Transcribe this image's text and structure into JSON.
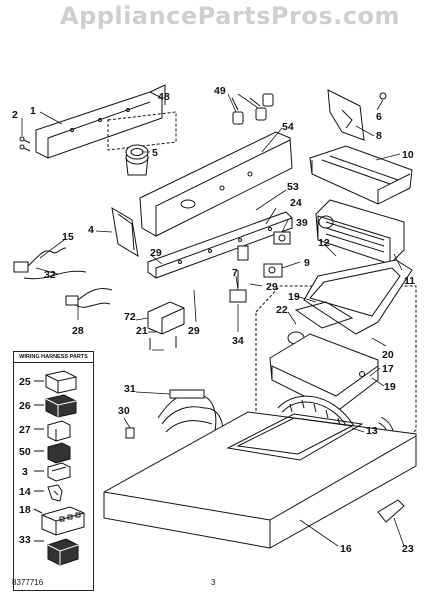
{
  "watermark": "AppliancePartsPros.com",
  "legend": {
    "title": "WIRING HARNESS PARTS",
    "items": [
      "25",
      "26",
      "27",
      "50",
      "3",
      "14",
      "18",
      "33"
    ]
  },
  "callouts": [
    "1",
    "2",
    "48",
    "5",
    "49",
    "54",
    "6",
    "8",
    "10",
    "53",
    "4",
    "15",
    "29",
    "24",
    "39",
    "32",
    "9",
    "12",
    "11",
    "7",
    "29",
    "19",
    "22",
    "72",
    "28",
    "21",
    "29",
    "34",
    "20",
    "17",
    "19",
    "13",
    "31",
    "30",
    "16",
    "23"
  ],
  "footer": {
    "doc_number": "8377716",
    "page_number": "3"
  },
  "colors": {
    "ink": "#111111",
    "watermark": "#cfcfcf",
    "background": "#ffffff"
  }
}
